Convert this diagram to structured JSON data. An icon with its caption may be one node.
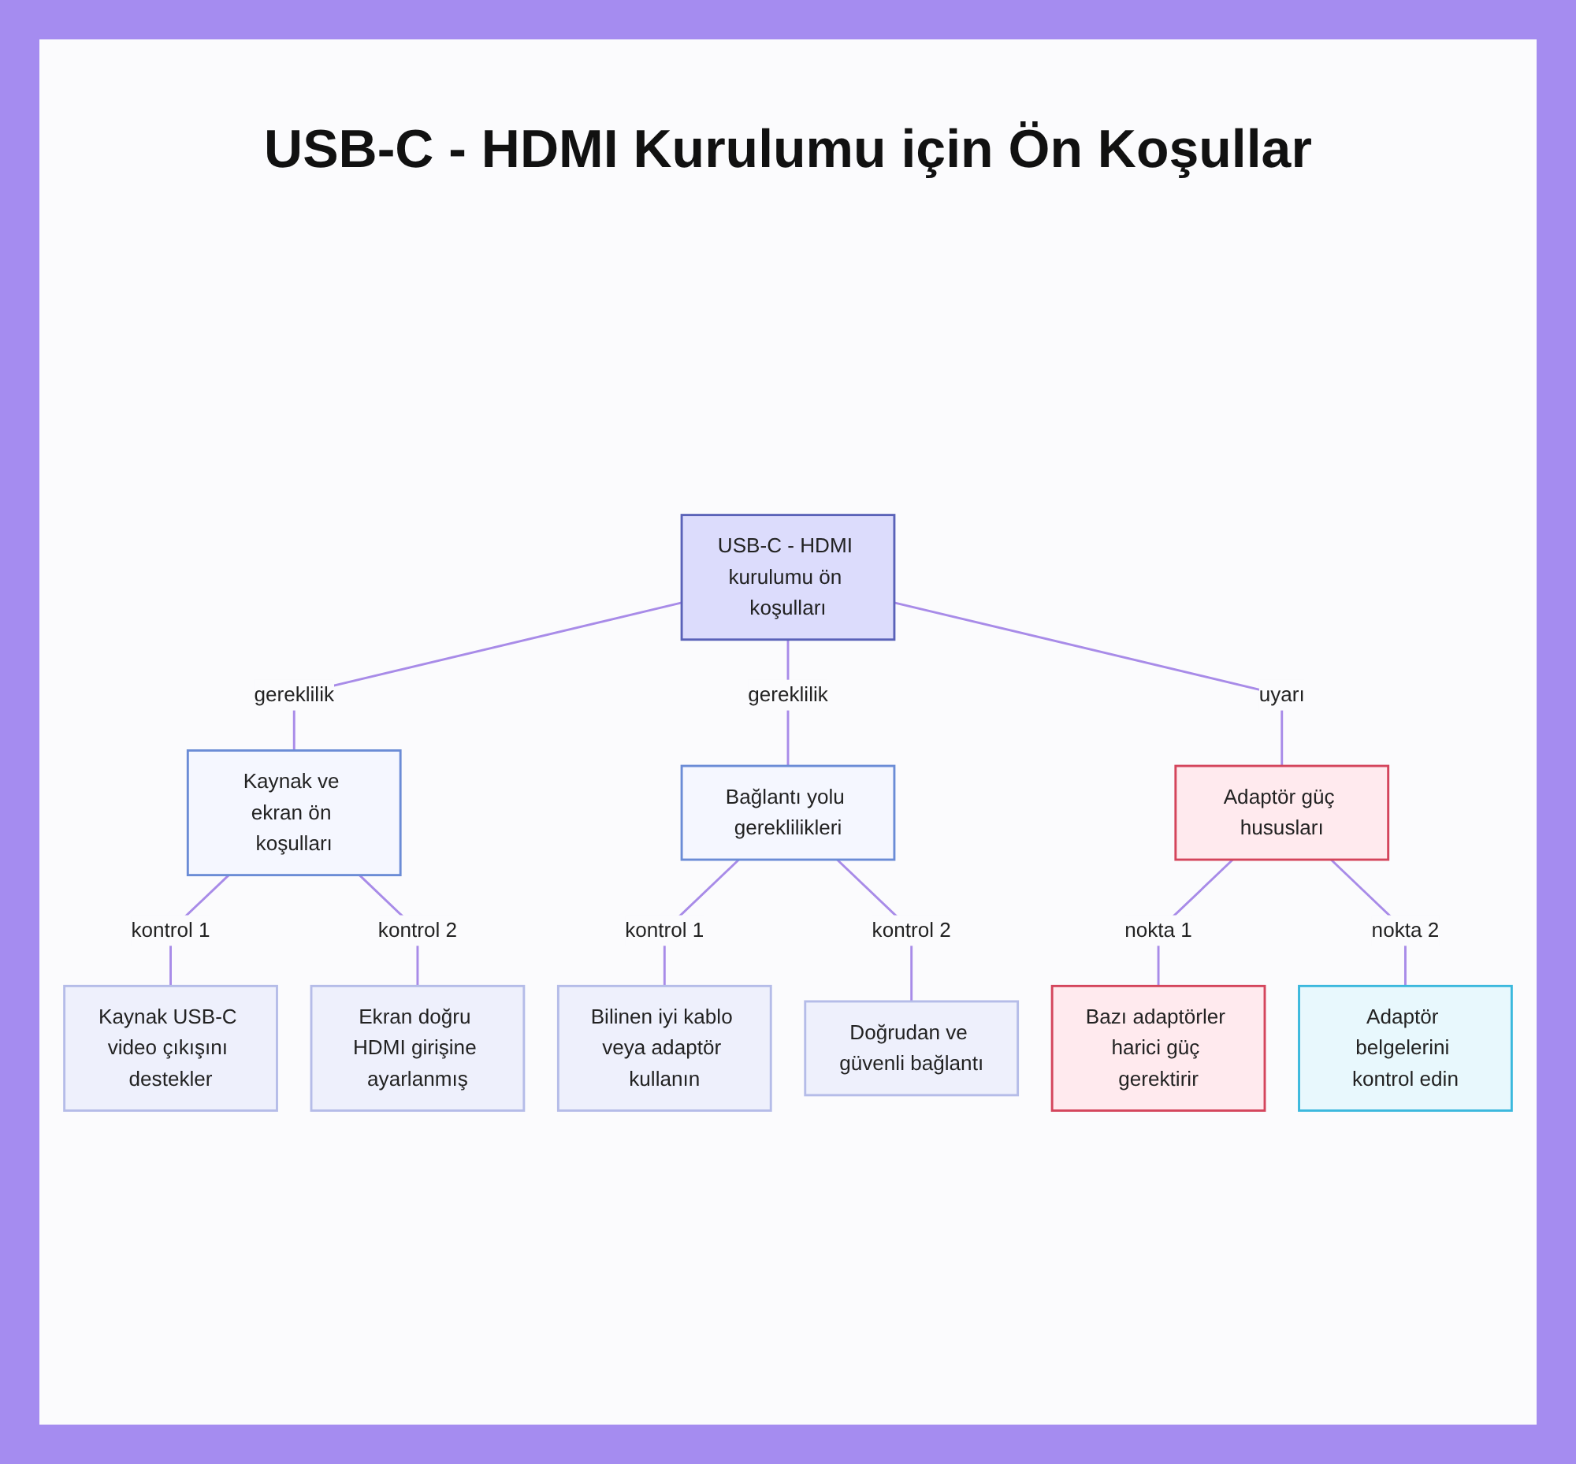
{
  "diagram": {
    "title": "USB-C - HDMI Kurulumu için Ön Koşullar",
    "nodes": [
      {
        "text": [
          "USB-C - HDMI kurulumu ön koşulları"
        ]
      },
      {
        "text": [
          "Kaynak ve ekran ön koşulları"
        ]
      },
      {
        "text": [
          "Bağlantı yolu gereklilikleri"
        ]
      },
      {
        "text": [
          "Adaptör güç hususları"
        ]
      },
      {
        "text": [
          "Kaynak USB-C video çıkışını destekler"
        ]
      },
      {
        "text": [
          "Ekran doğru HDMI girişine ayarlanmış"
        ]
      },
      {
        "text": [
          "Bilinen iyi kablo veya adaptör kullanın"
        ]
      },
      {
        "text": [
          "Doğrudan ve güvenli bağlantı"
        ]
      },
      {
        "text": [
          "Bazı adaptörler harici güç gerektirir"
        ]
      },
      {
        "text": [
          "Adaptör belgelerini kontrol edin"
        ]
      }
    ],
    "edges": [
      {
        "from": 0,
        "to": 1,
        "label": "gereklilik",
        "arrow": "none"
      },
      {
        "from": 0,
        "to": 2,
        "label": "gereklilik",
        "arrow": "none"
      },
      {
        "from": 0,
        "to": 3,
        "label": "uyarı",
        "arrow": "none"
      },
      {
        "from": 1,
        "to": 4,
        "label": "kontrol 1",
        "arrow": "none"
      },
      {
        "from": 1,
        "to": 5,
        "label": "kontrol 2",
        "arrow": "none"
      },
      {
        "from": 2,
        "to": 6,
        "label": "kontrol 1",
        "arrow": "none"
      },
      {
        "from": 2,
        "to": 7,
        "label": "kontrol 2",
        "arrow": "none"
      },
      {
        "from": 3,
        "to": 8,
        "label": "nokta 1",
        "arrow": "none"
      },
      {
        "from": 3,
        "to": 9,
        "label": "nokta 2",
        "arrow": "none"
      }
    ]
  }
}
